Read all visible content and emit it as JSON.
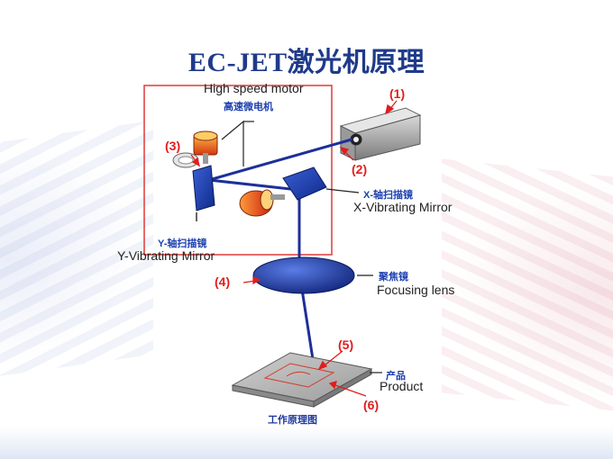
{
  "title": "EC-JET激光机原理",
  "labels": {
    "high_speed_motor_en": "High speed motor",
    "high_speed_motor_cn": "高速微电机",
    "x_mirror_cn": "X-轴扫描镜",
    "x_mirror_en": "X-Vibrating Mirror",
    "y_mirror_cn": "Y-轴扫描镜",
    "y_mirror_en": "Y-Vibrating Mirror",
    "focusing_cn": "聚焦镜",
    "focusing_en": "Focusing lens",
    "product_cn": "产品",
    "product_en": "Product",
    "caption_cn": "工作原理图"
  },
  "markers": {
    "m1": "(1)",
    "m2": "(2)",
    "m3": "(3)",
    "m4": "(4)",
    "m5": "(5)",
    "m6": "(6)"
  },
  "colors": {
    "title": "#1f3a8a",
    "beam": "#1e2f9a",
    "red_frame": "#e03a3a",
    "marker": "#e11d1d",
    "chinese_label": "#1e40af"
  }
}
